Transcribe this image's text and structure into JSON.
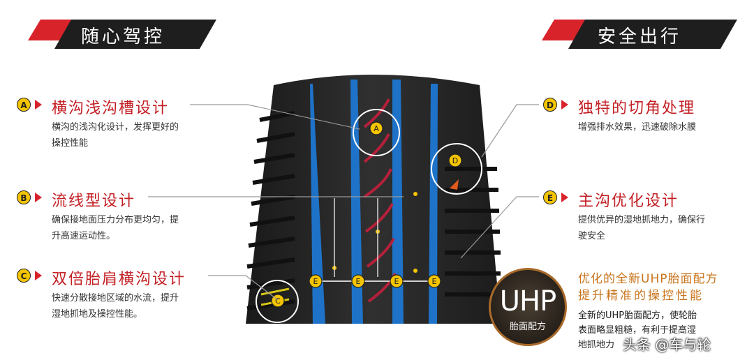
{
  "banners": {
    "left": "随心驾控",
    "right": "安全出行"
  },
  "features": [
    {
      "marker": "A",
      "title": "横沟浅沟槽设计",
      "desc_line1": "横沟的浅沟化设计，发挥更好的",
      "desc_line2": "操控性能"
    },
    {
      "marker": "B",
      "title": "流线型设计",
      "desc_line1": "确保接地面压力分布更均匀，提",
      "desc_line2": "升高速运动性。"
    },
    {
      "marker": "C",
      "title": "双倍胎肩横沟设计",
      "desc_line1": "快速分散接地区域的水流，提升",
      "desc_line2": "湿地抓地及操控性能。"
    },
    {
      "marker": "D",
      "title": "独特的切角处理",
      "desc_line1": "增强排水效果，迅速破除水膜",
      "desc_line2": ""
    },
    {
      "marker": "E",
      "title": "主沟优化设计",
      "desc_line1": "提供优异的湿地抓地力，确保行",
      "desc_line2": "驶安全"
    }
  ],
  "tire_markers": {
    "a": "A",
    "c": "C",
    "d": "D",
    "e1": "E",
    "e2": "E",
    "e3": "E",
    "e4": "E"
  },
  "uhp": {
    "badge_big": "UHP",
    "badge_small": "胎面配方",
    "title_line1": "优化的全新UHP胎面配方",
    "title_line2": "提升精准的操控性能",
    "desc_line1": "全新的UHP胎面配方，使轮胎",
    "desc_line2": "表面略显粗糙，有利于提高湿",
    "desc_line3": "地抓地力"
  },
  "watermark": "头条 @车与轮",
  "colors": {
    "accent_red": "#c31f24",
    "marker_yellow": "#f4c400",
    "groove_blue": "#1e73c8",
    "uhp_orange": "#c8731a"
  }
}
